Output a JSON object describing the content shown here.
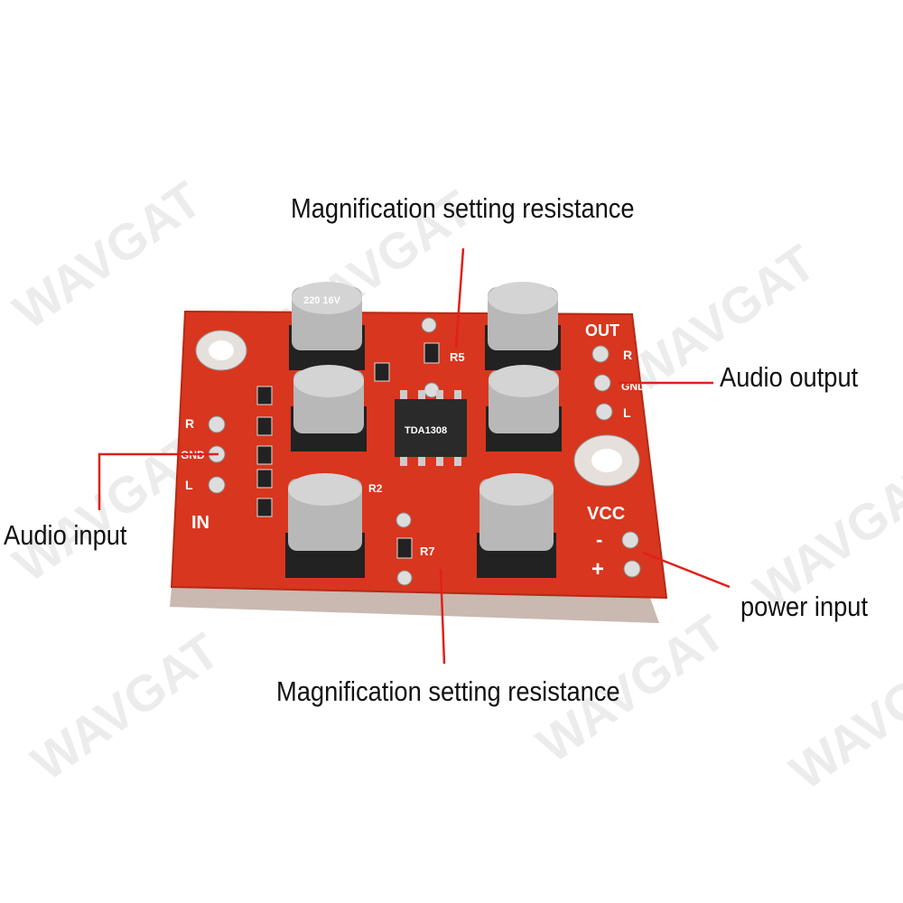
{
  "watermark": "WAVGAT",
  "annotations": {
    "top": "Magnification setting resistance",
    "bottom": "Magnification setting resistance",
    "audio_output": "Audio output",
    "audio_input": "Audio input",
    "power_input": "power input"
  },
  "board": {
    "out": "OUT",
    "in": "IN",
    "vcc": "VCC",
    "r": "R",
    "gnd": "GND",
    "l": "L",
    "minus": "-",
    "plus": "+",
    "r5": "R5",
    "r7": "R7",
    "r2": "R2",
    "chip": "TDA1308",
    "cap": "220 16V"
  },
  "colors": {
    "pcb": "#d8361e",
    "leader": "#e0201a",
    "cap": "#b8b8b8"
  }
}
